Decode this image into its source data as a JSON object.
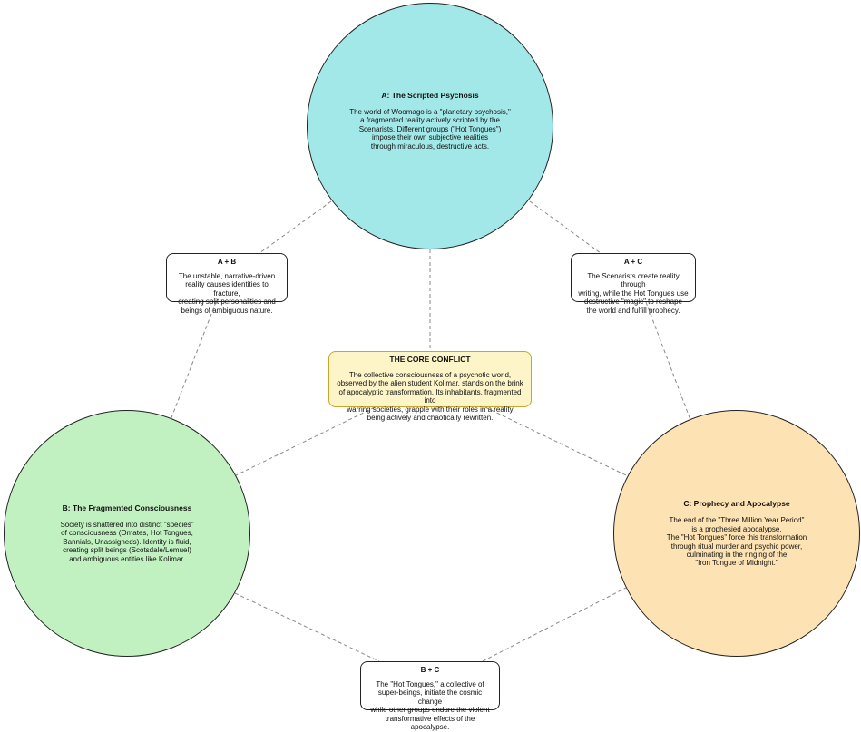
{
  "circles": {
    "a": {
      "title": "A: The Scripted Psychosis",
      "body": "The world of Woomago is a \"planetary psychosis,\"\na fragmented reality actively scripted by the\nScenarists. Different groups (\"Hot Tongues\")\nimpose their own subjective realities\nthrough miraculous, destructive acts.",
      "color": "#a3e8e8"
    },
    "b": {
      "title": "B: The Fragmented Consciousness",
      "body": "Society is shattered into distinct \"species\"\nof consciousness (Omates, Hot Tongues,\nBannials, Unassigneds). Identity is fluid,\ncreating split beings (Scotsdale/Lemuel)\nand ambiguous entities like Kolimar.",
      "color": "#c1f1c1"
    },
    "c": {
      "title": "C: Prophecy and Apocalypse",
      "body": "The end of the \"Three Million Year Period\"\nis a prophesied apocalypse.\nThe \"Hot Tongues\" force this transformation\nthrough ritual murder and psychic power,\nculminating in the ringing of the\n\"Iron Tongue of Midnight.\"",
      "color": "#fde3b3"
    }
  },
  "intersections": {
    "ab": {
      "title": "A + B",
      "body": "The unstable, narrative-driven\nreality causes identities to fracture,\ncreating split personalities and\nbeings of ambiguous nature."
    },
    "ac": {
      "title": "A + C",
      "body": "The Scenarists create reality through\nwriting, while the Hot Tongues use\ndestructive \"magic\" to reshape\nthe world and fulfill prophecy."
    },
    "bc": {
      "title": "B + C",
      "body": "The \"Hot Tongues,\" a collective of\nsuper-beings, initiate the cosmic change\nwhile other groups endure the violent\ntransformative effects of the apocalypse."
    }
  },
  "core": {
    "title": "THE CORE CONFLICT",
    "body": "The collective consciousness of a psychotic world,\nobserved by the alien student Kolimar, stands on the brink\nof apocalyptic transformation. Its inhabitants, fragmented into\nwarring societies, grapple with their roles in a reality\nbeing actively and chaotically rewritten.",
    "border_color": "#c9a52a",
    "fill_color": "#fdf5c8"
  }
}
